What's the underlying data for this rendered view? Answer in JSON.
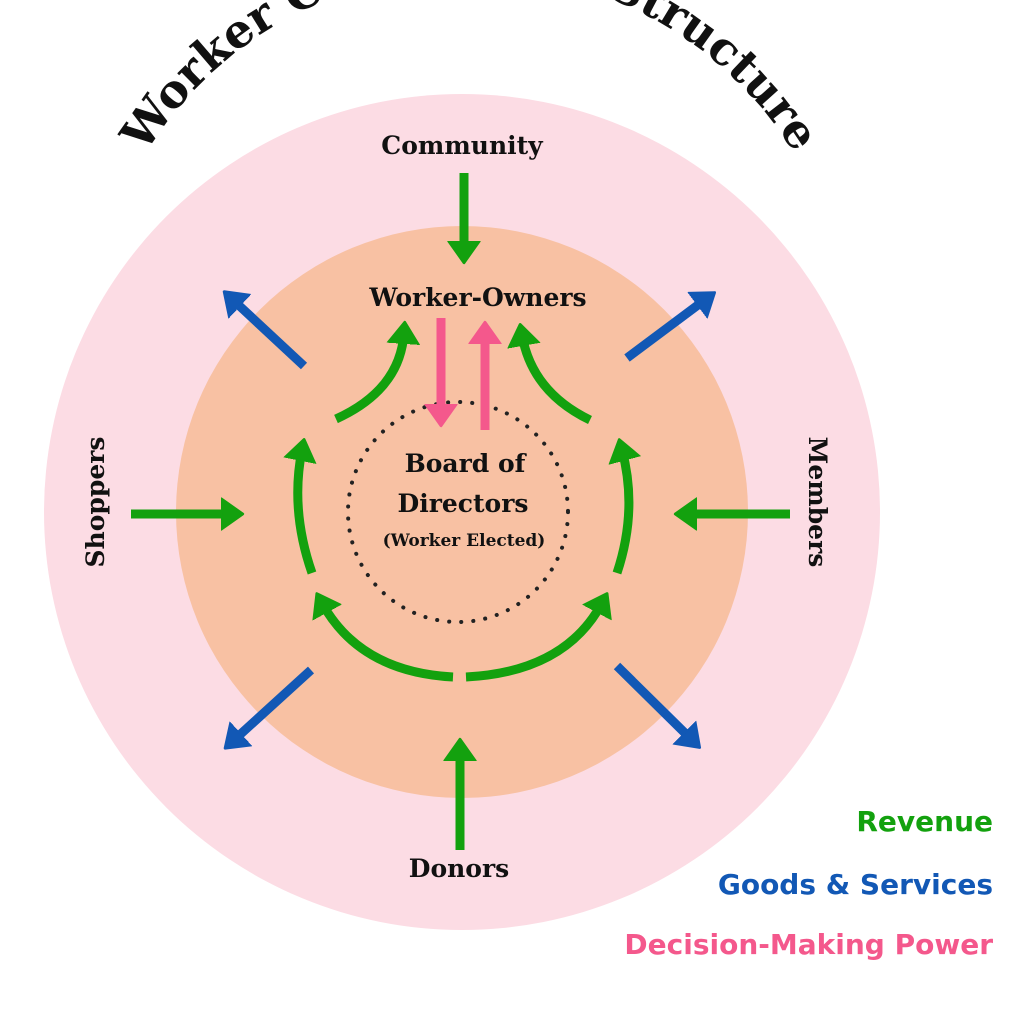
{
  "title": "Worker Cooperative Structure",
  "colors": {
    "outer_ring": "#fcdce4",
    "inner_ring": "#f8c1a3",
    "revenue": "#13a10e",
    "goods_services": "#1258b5",
    "decision_power": "#f4588c",
    "text": "#111111"
  },
  "stakeholders": {
    "top": "Community",
    "left": "Shoppers",
    "right": "Members",
    "bottom": "Donors"
  },
  "center": {
    "worker_owners": "Worker-Owners",
    "board_line1": "Board of",
    "board_line2": "Directors",
    "board_note": "(Worker Elected)"
  },
  "legend": [
    {
      "label": "Revenue",
      "flow": "revenue"
    },
    {
      "label": "Goods & Services",
      "flow": "goods_services"
    },
    {
      "label": "Decision-Making Power",
      "flow": "decision_power"
    }
  ]
}
